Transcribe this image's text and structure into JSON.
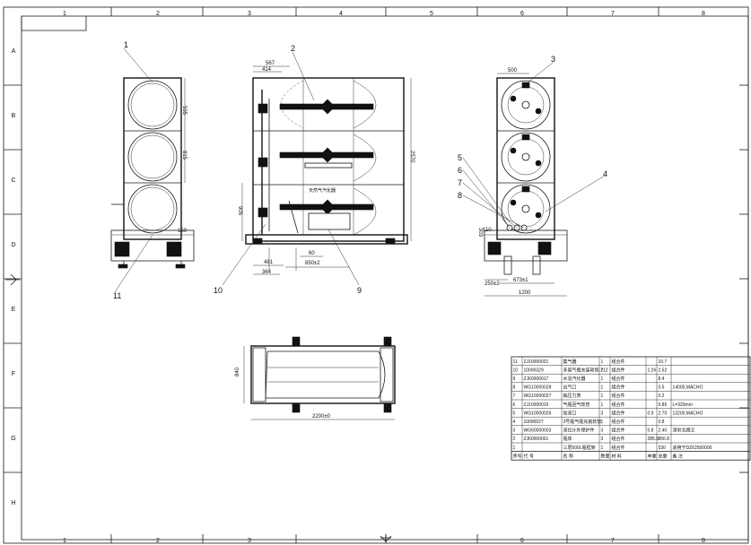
{
  "zones": {
    "cols": [
      "1",
      "2",
      "3",
      "4",
      "5",
      "6",
      "7",
      "8"
    ],
    "rows": [
      "A",
      "B",
      "C",
      "D",
      "E",
      "F",
      "G",
      "H"
    ]
  },
  "balloons": [
    "1",
    "2",
    "3",
    "4",
    "5",
    "6",
    "7",
    "8",
    "9",
    "10",
    "11"
  ],
  "dims": {
    "f_567": "567",
    "f_414": "414",
    "f_2570": "2570",
    "f_905": "905",
    "f_481": "481",
    "f_364": "364",
    "f_60": "60",
    "f_850": "850±2",
    "l_595": "595",
    "l_815": "815",
    "l_150": "150",
    "r_500": "500",
    "r_303": "303",
    "r_110": "110",
    "r_250": "250±2",
    "r_673": "673±1",
    "r_1200": "1200",
    "t_840": "840",
    "t_2200": "2200±0",
    "plate": "天然气汽化器"
  },
  "bom": {
    "headers": [
      "序号",
      "代 号",
      "名 称",
      "数量",
      "材 料",
      "单重",
      "总重",
      "备 注"
    ],
    "rows": [
      {
        "no": "11",
        "code": "ZJ10000031",
        "name": "集气器",
        "qty": "1",
        "mat": "组合件",
        "unit": "",
        "total": "10.7",
        "note": ""
      },
      {
        "no": "10",
        "code": "10090329",
        "name": "多层气瓶充装软管-712",
        "qty": "2",
        "mat": "组合件",
        "unit": "1.26",
        "total": "2.52",
        "note": ""
      },
      {
        "no": "9",
        "code": "ZJ60000017",
        "name": "水浴汽化器",
        "qty": "1",
        "mat": "组合件",
        "unit": "",
        "total": "8.4",
        "note": ""
      },
      {
        "no": "8",
        "code": "WG10000028",
        "name": "出气口",
        "qty": "1",
        "mat": "组合件",
        "unit": "",
        "total": "0.5",
        "note": "14000,MACHO"
      },
      {
        "no": "7",
        "code": "WG10000027",
        "name": "抽压力表",
        "qty": "1",
        "mat": "组合件",
        "unit": "",
        "total": "0.2",
        "note": ""
      },
      {
        "no": "6",
        "code": "ZJ10000019",
        "name": "气瓶回气软管",
        "qty": "1",
        "mat": "组合件",
        "unit": "",
        "total": "0.85",
        "note": "L=320mm"
      },
      {
        "no": "5",
        "code": "WG10000026",
        "name": "加液口",
        "qty": "3",
        "mat": "组合件",
        "unit": "0.9",
        "total": "2.70",
        "note": "13200,MACHO"
      },
      {
        "no": "4",
        "code": "10090027",
        "name": "3号瓶气瓶充装软管",
        "qty": "1",
        "mat": "组合件",
        "unit": "",
        "total": "0.8",
        "note": ""
      },
      {
        "no": "3",
        "code": "WG60000003",
        "name": "液位计外保护件",
        "qty": "3",
        "mat": "组合件",
        "unit": "0.8",
        "total": "2.40",
        "note": "深圳北顺王"
      },
      {
        "no": "2",
        "code": "ZJ60000001",
        "name": "瓶体",
        "qty": "3",
        "mat": "组合件",
        "unit": "285.6",
        "total": "856.8",
        "note": ""
      },
      {
        "no": "1",
        "code": "",
        "name": "三层500L瓶框架",
        "qty": "1",
        "mat": "组合件",
        "unit": "",
        "total": "530",
        "note": "适用于DZ62500000"
      }
    ]
  }
}
